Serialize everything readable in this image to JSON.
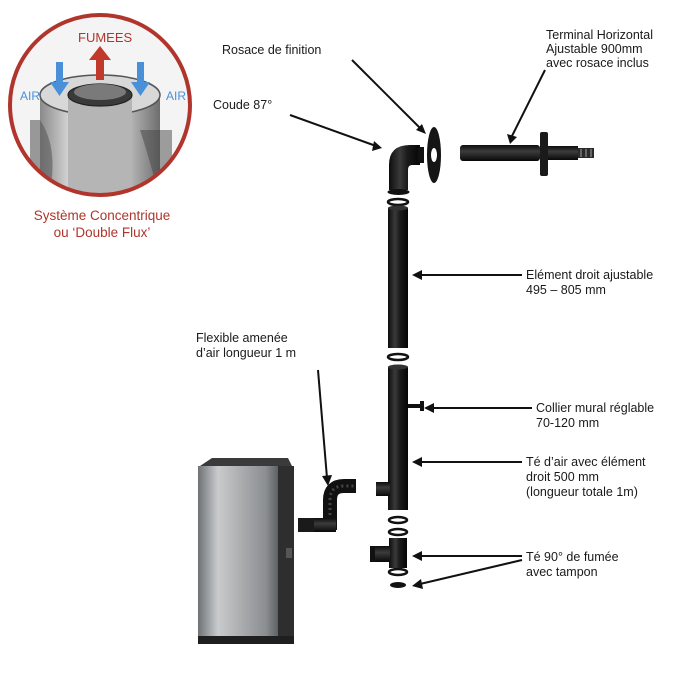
{
  "inset": {
    "fumees_label": "FUMEES",
    "air_left_label": "AIR",
    "air_right_label": "AIR",
    "caption_line1": "Système Concentrique",
    "caption_line2": "ou ‘Double Flux’"
  },
  "labels": {
    "rosace": {
      "line1": "Rosace de finition"
    },
    "coude": {
      "line1": "Coude 87°"
    },
    "terminal": {
      "line1": "Terminal Horizontal",
      "line2": "Ajustable 900mm",
      "line3": "avec rosace inclus"
    },
    "element_droit": {
      "line1": "Elément droit ajustable",
      "line2": "495 – 805 mm"
    },
    "flexible": {
      "line1": "Flexible amenée",
      "line2": "d’air longueur 1 m"
    },
    "collier": {
      "line1": "Collier mural réglable",
      "line2": "70-120 mm"
    },
    "te_air": {
      "line1": "Té d’air avec élément",
      "line2": "droit 500 mm",
      "line3": "(longueur totale 1m)"
    },
    "te_fumee": {
      "line1": "Té 90° de fumée",
      "line2": "avec tampon"
    }
  },
  "colors": {
    "inset_border": "#b0352c",
    "fumees_arrow": "#c0392b",
    "air_arrow": "#4a90d9",
    "pipe": "#1c1c1c",
    "stove_body": "#a7a9ab"
  }
}
